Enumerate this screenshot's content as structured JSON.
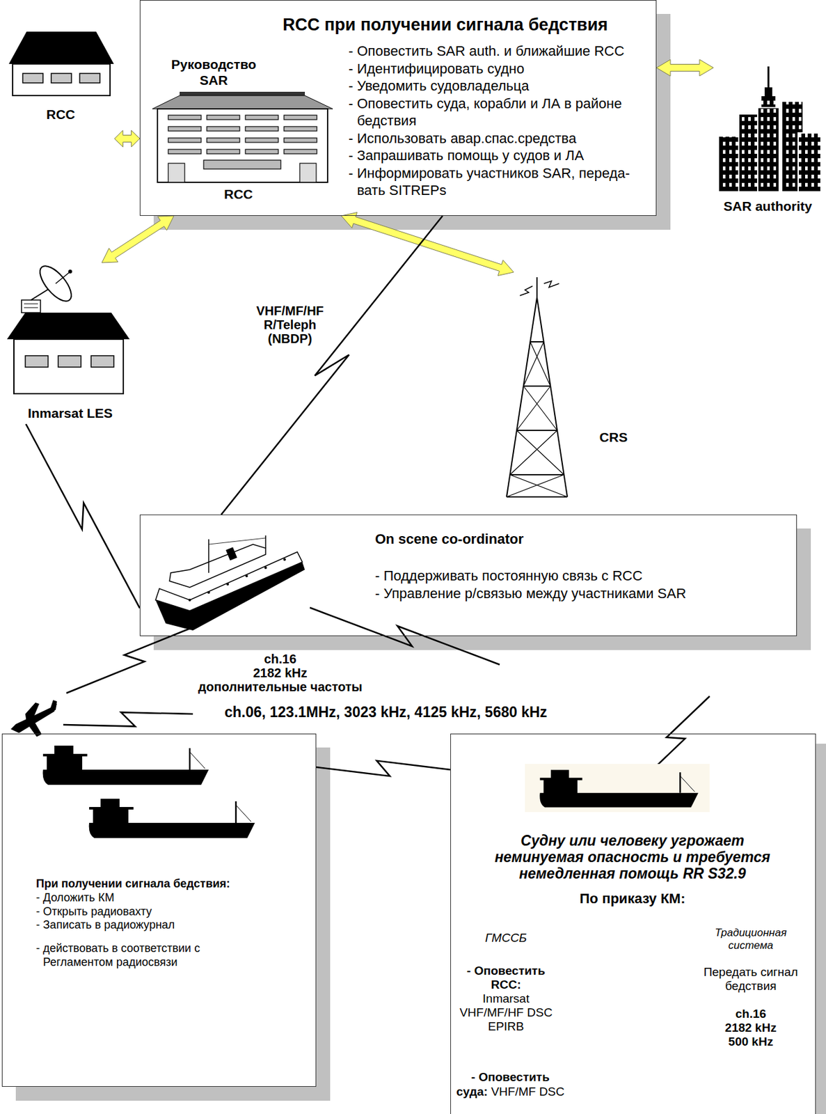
{
  "diagram": {
    "nodes": [
      {
        "text": [
          "RCC"
        ]
      },
      {
        "text": [
          "RCC при получении сигнала бедствия",
          "- Оповестить SAR auth. и ближайшие RCC",
          "- Идентифицировать судно",
          "- Уведомить судовладельца",
          "- Оповестить суда, корабли и ЛА в районе бедствия",
          "- Использовать авар.спас.средства",
          "- Запрашивать помощь у судов и ЛА",
          "- Информировать участников SAR, переда- вать SITREPs"
        ]
      },
      {
        "text": [
          "Руководство SAR",
          "RCC"
        ],
        "in": 1
      },
      {
        "text": [
          "SAR authority"
        ]
      },
      {
        "text": [
          "Inmarsat LES"
        ]
      },
      {
        "text": [
          "CRS"
        ]
      },
      {
        "text": [
          "On scene co-ordinator",
          "- Поддерживать постоянную связь с RCC",
          "- Управление р/связью между участниками SAR"
        ]
      },
      {
        "text": [
          "При получении сигнала бедствия:",
          "- Доложить КМ",
          "- Открыть радиовахту",
          "- Записать в радиожурнал",
          "- действовать в соответствии с Регламентом радиосвязи"
        ]
      },
      {
        "text": [
          "Судну или человеку угрожает неминуемая опасность и требуется немедленная помощь RR S32.9",
          "По приказу КМ:",
          "ГМССБ",
          "Традиционная система",
          "- Оповестить RCC:",
          "Inmarsat",
          "VHF/MF/HF DSC",
          "EPIRB",
          "Передать сигнал бедствия",
          "ch.16",
          "2182 kHz",
          "500 kHz",
          "- Оповестить суда:",
          "VHF/MF DSC"
        ]
      }
    ],
    "edges": [
      {
        "from": 0,
        "to": 1,
        "arrow": "both"
      },
      {
        "from": 1,
        "to": 3,
        "arrow": "both"
      },
      {
        "from": 4,
        "to": 1,
        "arrow": "both"
      },
      {
        "from": 1,
        "to": 5,
        "arrow": "both"
      },
      {
        "from": 6,
        "to": 1,
        "label": "VHF/MF/HF R/Teleph (NBDP)",
        "arrow": "none"
      },
      {
        "from": 4,
        "to": 6,
        "arrow": "none"
      },
      {
        "from": 7,
        "to": 8,
        "arrow": "none"
      }
    ],
    "labels": [
      "ch.16",
      "2182 kHz",
      "дополнительные частоты",
      "ch.06, 123.1MHz, 3023 kHz, 4125 kHz, 5680 kHz"
    ]
  }
}
